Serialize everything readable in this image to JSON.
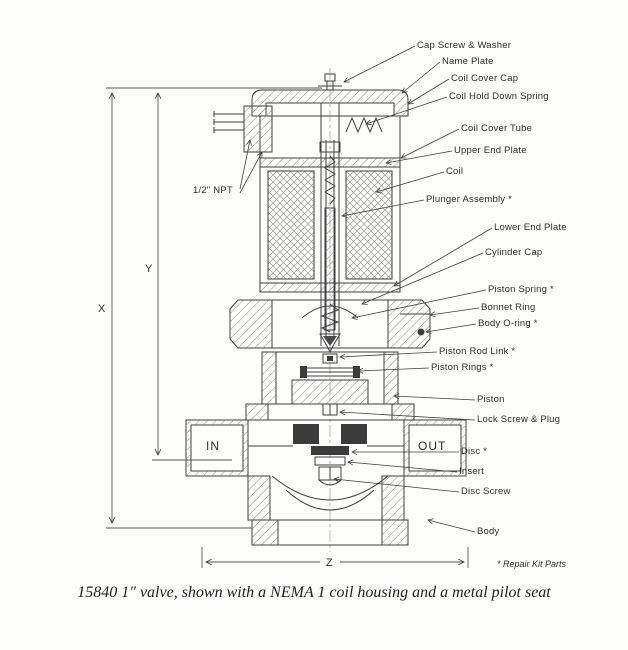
{
  "diagram": {
    "caption": "15840 1\" valve, shown with a NEMA 1 coil housing and a metal pilot seat",
    "footnote": "* Repair Kit Parts",
    "npt_label": "1/2\" NPT",
    "ports": {
      "in": "IN",
      "out": "OUT"
    },
    "dimensions": {
      "x": "X",
      "y": "Y",
      "z": "Z"
    },
    "labels": [
      {
        "text": "Cap Screw & Washer"
      },
      {
        "text": "Name Plate"
      },
      {
        "text": "Coil Cover Cap"
      },
      {
        "text": "Coil Hold Down Spring"
      },
      {
        "text": "Coil Cover Tube"
      },
      {
        "text": "Upper End Plate"
      },
      {
        "text": "Coil"
      },
      {
        "text": "Plunger Assembly *"
      },
      {
        "text": "Lower End Plate"
      },
      {
        "text": "Cylinder Cap"
      },
      {
        "text": "Piston Spring *"
      },
      {
        "text": "Bonnet Ring"
      },
      {
        "text": "Body O-ring *"
      },
      {
        "text": "Piston Rod Link *"
      },
      {
        "text": "Piston Rings *"
      },
      {
        "text": "Piston"
      },
      {
        "text": "Lock Screw & Plug"
      },
      {
        "text": "Disc *"
      },
      {
        "text": "Insert"
      },
      {
        "text": "Disc Screw"
      },
      {
        "text": "Body"
      }
    ],
    "line_color": "#3f3f3f",
    "dark_fill": "#3b3b3b"
  }
}
